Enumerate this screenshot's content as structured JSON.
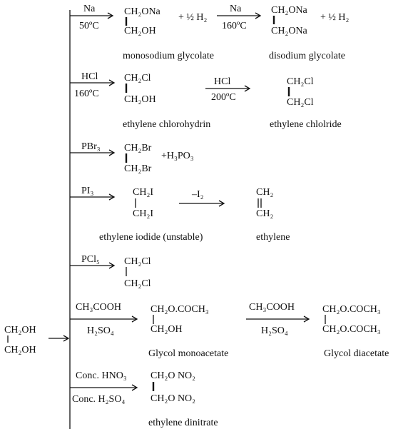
{
  "reactant": {
    "top": "CH₂OH",
    "bottom": "CH₂OH"
  },
  "reactions": [
    {
      "reagent": "Na",
      "condition": "50ºC",
      "product": {
        "top": "CH₂ONa",
        "bottom": "CH₂OH"
      },
      "byproduct": "+ ½ H₂",
      "product_name": "monosodium glycolate",
      "step2": {
        "reagent": "Na",
        "condition": "160ºC",
        "product": {
          "top": "CH₂ONa",
          "bottom": "CH₂ONa"
        },
        "byproduct": "+ ½ H₂",
        "product_name": "disodium glycolate"
      }
    },
    {
      "reagent": "HCl",
      "condition": "160ºC",
      "product": {
        "top": "CH₂Cl",
        "bottom": "CH₂OH"
      },
      "product_name": "ethylene chlorohydrin",
      "step2": {
        "reagent": "HCl",
        "condition": "200ºC",
        "product": {
          "top": "CH₂Cl",
          "bottom": "CH₂Cl"
        },
        "product_name": "ethylene chlolride"
      }
    },
    {
      "reagent": "PBr₃",
      "product": {
        "top": "CH₂Br",
        "bottom": "CH₂Br"
      },
      "byproduct": "+H₃PO₃"
    },
    {
      "reagent": "PI₃",
      "product": {
        "top": "CH₂I",
        "bottom": "CH₂I"
      },
      "product_name": "ethylene iodide (unstable)",
      "step2": {
        "reagent": "–I₂",
        "product": {
          "top": "CH₂",
          "bottom": "CH₂"
        },
        "product_name": "ethylene"
      }
    },
    {
      "reagent": "PCl₅",
      "product": {
        "top": "CH₂Cl",
        "bottom": "CH₂Cl"
      }
    },
    {
      "reagent": "CH₃COOH",
      "condition": "H₂SO₄",
      "product": {
        "top": "CH₂O.COCH₃",
        "bottom": "CH₂OH"
      },
      "product_name": "Glycol monoacetate",
      "step2": {
        "reagent": "CH₃COOH",
        "condition": "H₂SO₄",
        "product": {
          "top": "CH₂O.COCH₃",
          "bottom": "CH₂O.COCH₃"
        },
        "product_name": "Glycol diacetate"
      }
    },
    {
      "reagent": "Conc. HNO₃",
      "condition": "Conc. H₂SO₄",
      "product": {
        "top": "CH₂O NO₂",
        "bottom": "CH₂O NO₂"
      },
      "product_name": "ethylene dinitrate"
    }
  ]
}
